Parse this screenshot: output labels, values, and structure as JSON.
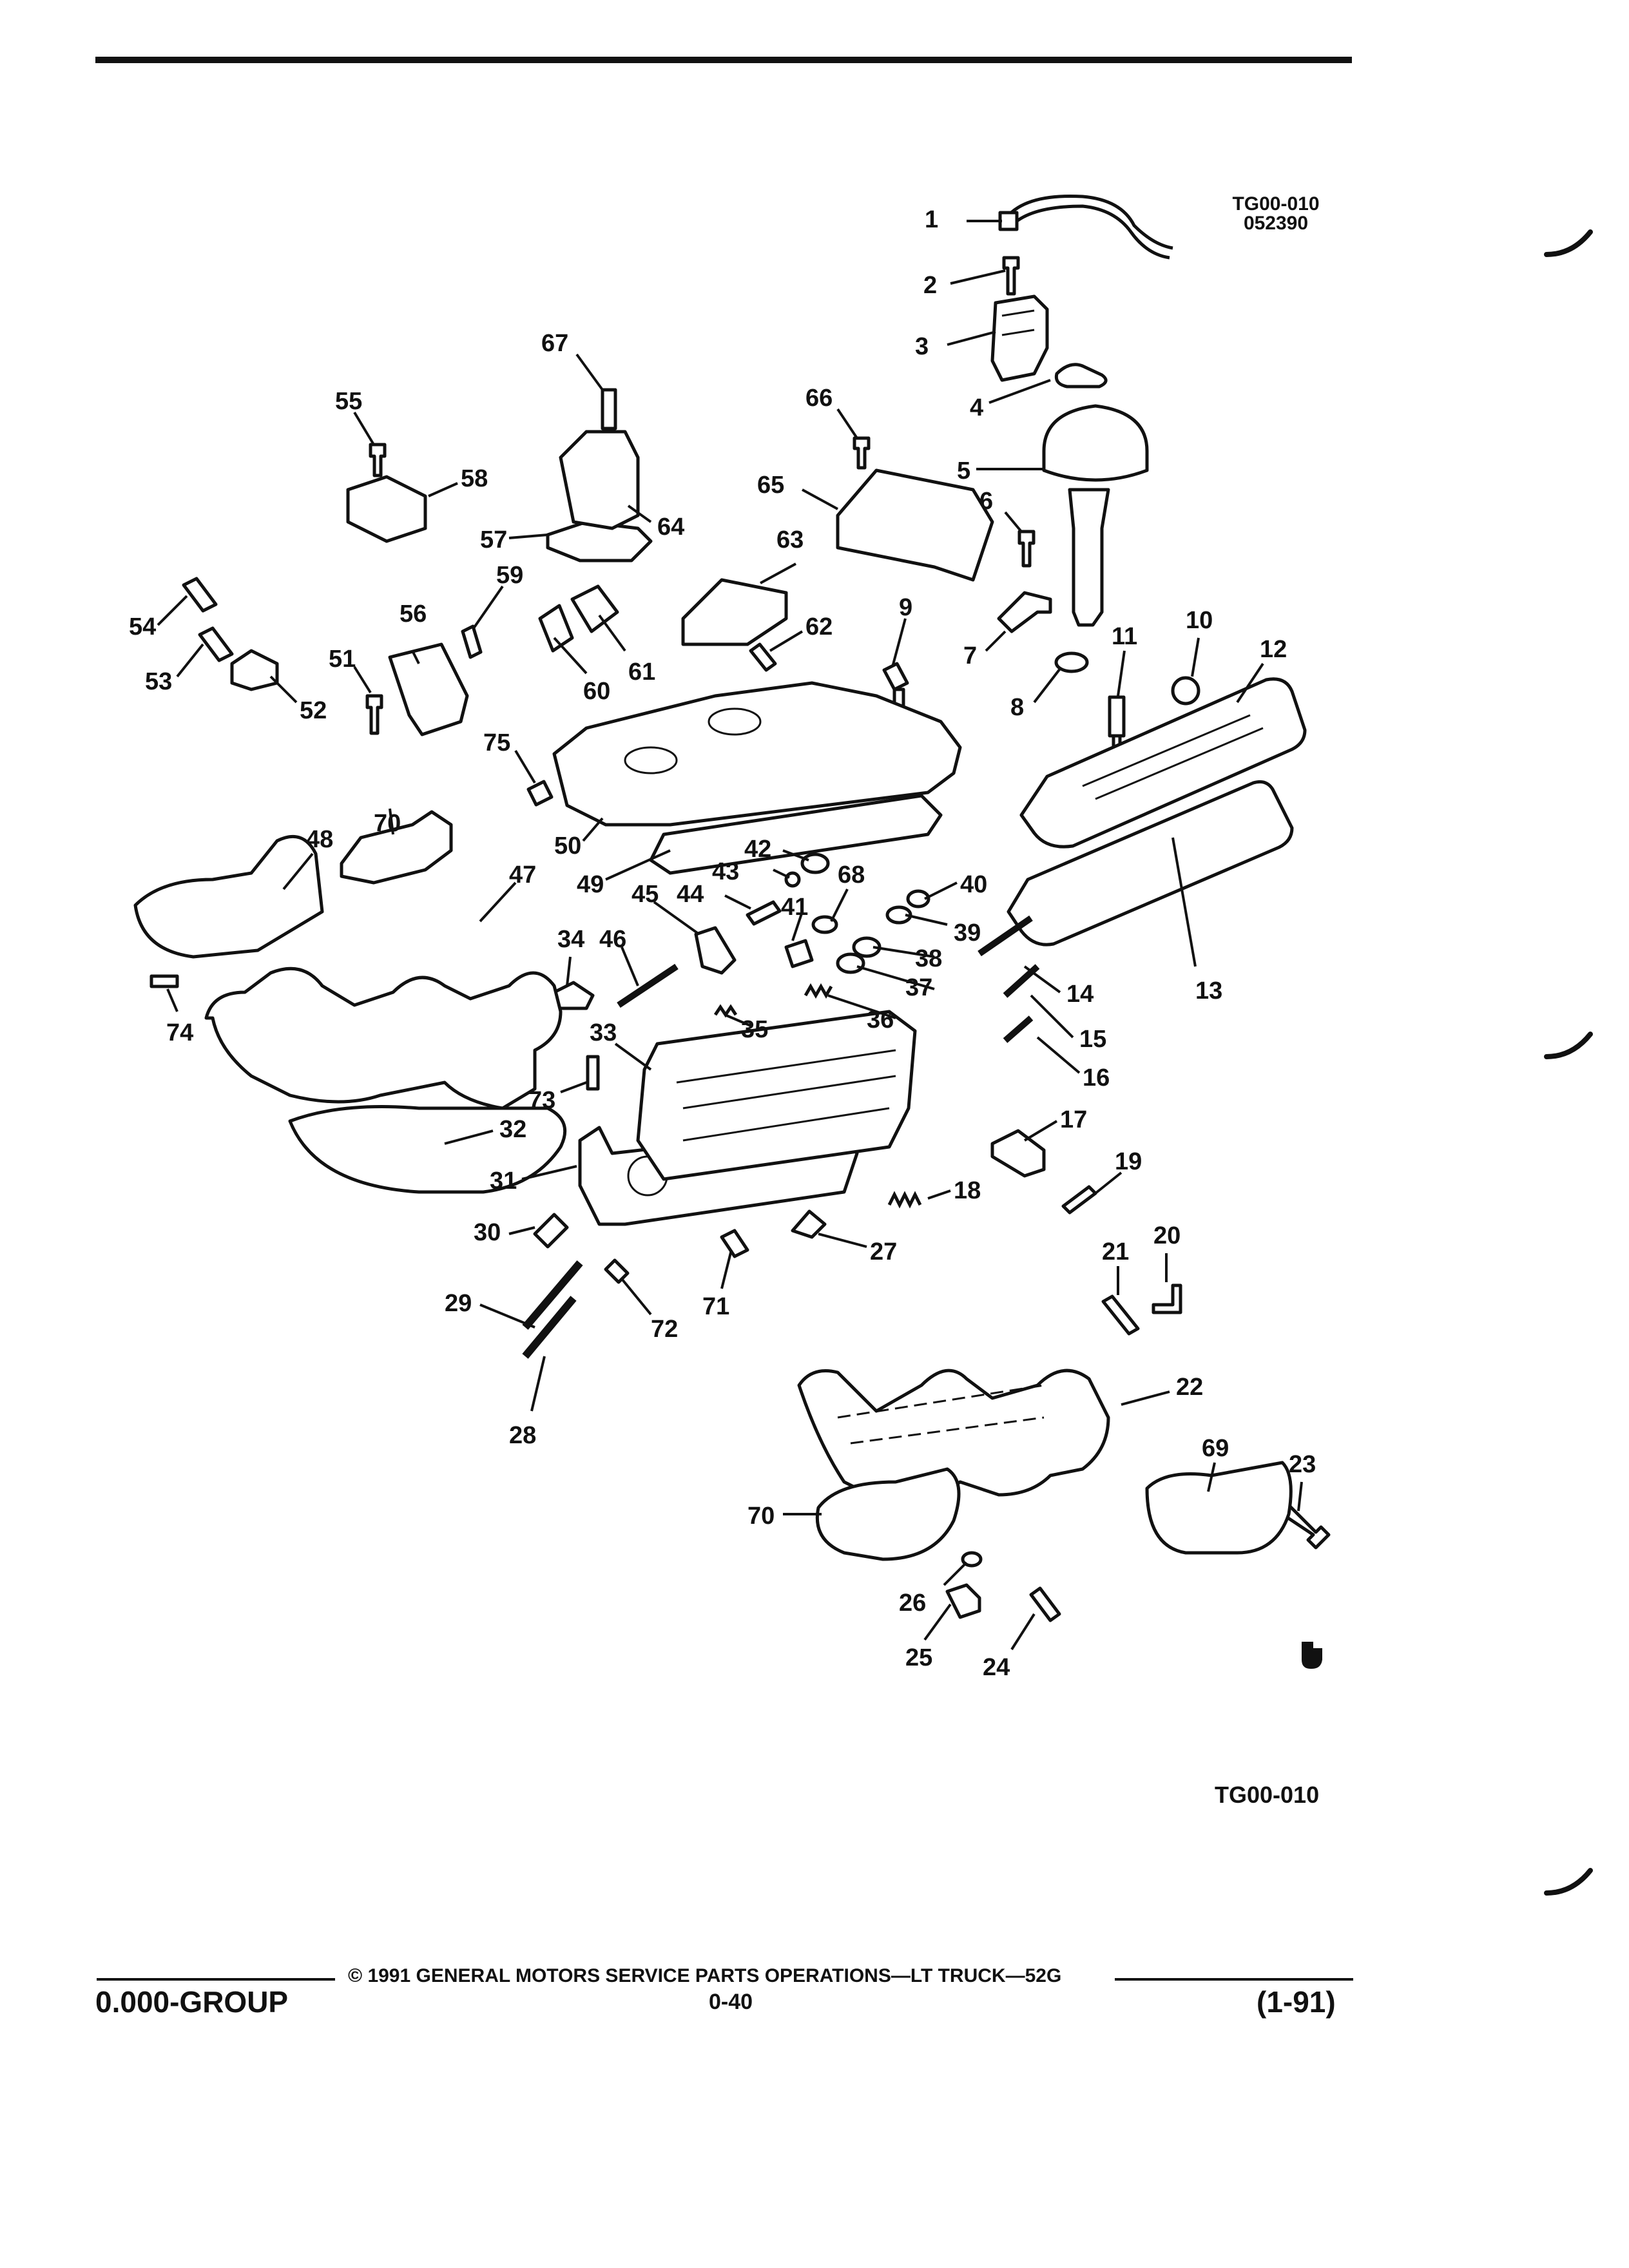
{
  "header": {
    "figure_code": "TG00-010",
    "figure_date": "052390"
  },
  "figure_label": "TG00-010",
  "parts": [
    {
      "n": "1"
    },
    {
      "n": "2"
    },
    {
      "n": "3"
    },
    {
      "n": "4"
    },
    {
      "n": "5"
    },
    {
      "n": "6"
    },
    {
      "n": "7"
    },
    {
      "n": "8"
    },
    {
      "n": "9"
    },
    {
      "n": "10"
    },
    {
      "n": "11"
    },
    {
      "n": "12"
    },
    {
      "n": "13"
    },
    {
      "n": "14"
    },
    {
      "n": "15"
    },
    {
      "n": "16"
    },
    {
      "n": "17"
    },
    {
      "n": "18"
    },
    {
      "n": "19"
    },
    {
      "n": "20"
    },
    {
      "n": "21"
    },
    {
      "n": "22"
    },
    {
      "n": "23"
    },
    {
      "n": "24"
    },
    {
      "n": "25"
    },
    {
      "n": "26"
    },
    {
      "n": "27"
    },
    {
      "n": "28"
    },
    {
      "n": "29"
    },
    {
      "n": "30"
    },
    {
      "n": "31"
    },
    {
      "n": "32"
    },
    {
      "n": "33"
    },
    {
      "n": "34"
    },
    {
      "n": "35"
    },
    {
      "n": "36"
    },
    {
      "n": "37"
    },
    {
      "n": "38"
    },
    {
      "n": "39"
    },
    {
      "n": "40"
    },
    {
      "n": "41"
    },
    {
      "n": "42"
    },
    {
      "n": "43"
    },
    {
      "n": "44"
    },
    {
      "n": "45"
    },
    {
      "n": "46"
    },
    {
      "n": "47"
    },
    {
      "n": "48"
    },
    {
      "n": "49"
    },
    {
      "n": "50"
    },
    {
      "n": "51"
    },
    {
      "n": "52"
    },
    {
      "n": "53"
    },
    {
      "n": "54"
    },
    {
      "n": "55"
    },
    {
      "n": "56"
    },
    {
      "n": "57"
    },
    {
      "n": "58"
    },
    {
      "n": "59"
    },
    {
      "n": "60"
    },
    {
      "n": "61"
    },
    {
      "n": "62"
    },
    {
      "n": "63"
    },
    {
      "n": "64"
    },
    {
      "n": "65"
    },
    {
      "n": "66"
    },
    {
      "n": "67"
    },
    {
      "n": "68"
    },
    {
      "n": "69"
    },
    {
      "n": "70"
    },
    {
      "n": "70"
    },
    {
      "n": "71"
    },
    {
      "n": "72"
    },
    {
      "n": "73"
    },
    {
      "n": "74"
    },
    {
      "n": "75"
    }
  ],
  "footer": {
    "copyright": "© 1991 GENERAL MOTORS SERVICE PARTS OPERATIONS—LT TRUCK—52G",
    "group": "0.000-GROUP",
    "page": "0-40",
    "revision": "(1-91)"
  }
}
